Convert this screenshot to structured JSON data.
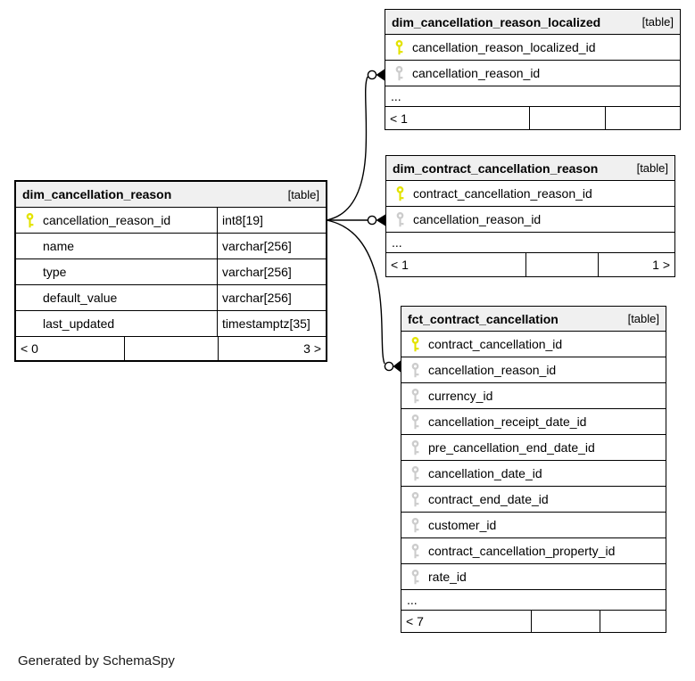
{
  "credit": "Generated by SchemaSpy",
  "badge_label": "[table]",
  "ellipsis": "...",
  "colors": {
    "primary_key": "#e3e300",
    "foreign_key": "#cccccc",
    "header_bg": "#f0f0f0",
    "border": "#000000"
  },
  "tables": {
    "dim_cancellation_reason": {
      "title": "dim_cancellation_reason",
      "columns": [
        {
          "name": "cancellation_reason_id",
          "type": "int8[19]",
          "key": "primary"
        },
        {
          "name": "name",
          "type": "varchar[256]",
          "key": "none"
        },
        {
          "name": "type",
          "type": "varchar[256]",
          "key": "none"
        },
        {
          "name": "default_value",
          "type": "varchar[256]",
          "key": "none"
        },
        {
          "name": "last_updated",
          "type": "timestamptz[35]",
          "key": "none"
        }
      ],
      "footer": {
        "left": "< 0",
        "middle": "",
        "right": "3 >"
      }
    },
    "dim_cancellation_reason_localized": {
      "title": "dim_cancellation_reason_localized",
      "columns": [
        {
          "name": "cancellation_reason_localized_id",
          "key": "primary"
        },
        {
          "name": "cancellation_reason_id",
          "key": "foreign"
        }
      ],
      "footer": {
        "left": "< 1",
        "middle": "",
        "right": ""
      }
    },
    "dim_contract_cancellation_reason": {
      "title": "dim_contract_cancellation_reason",
      "columns": [
        {
          "name": "contract_cancellation_reason_id",
          "key": "primary"
        },
        {
          "name": "cancellation_reason_id",
          "key": "foreign"
        }
      ],
      "footer": {
        "left": "< 1",
        "middle": "",
        "right": "1 >"
      }
    },
    "fct_contract_cancellation": {
      "title": "fct_contract_cancellation",
      "columns": [
        {
          "name": "contract_cancellation_id",
          "key": "primary"
        },
        {
          "name": "cancellation_reason_id",
          "key": "foreign"
        },
        {
          "name": "currency_id",
          "key": "foreign"
        },
        {
          "name": "cancellation_receipt_date_id",
          "key": "foreign"
        },
        {
          "name": "pre_cancellation_end_date_id",
          "key": "foreign"
        },
        {
          "name": "cancellation_date_id",
          "key": "foreign"
        },
        {
          "name": "contract_end_date_id",
          "key": "foreign"
        },
        {
          "name": "customer_id",
          "key": "foreign"
        },
        {
          "name": "contract_cancellation_property_id",
          "key": "foreign"
        },
        {
          "name": "rate_id",
          "key": "foreign"
        }
      ],
      "footer": {
        "left": "< 7",
        "middle": "",
        "right": ""
      }
    }
  }
}
